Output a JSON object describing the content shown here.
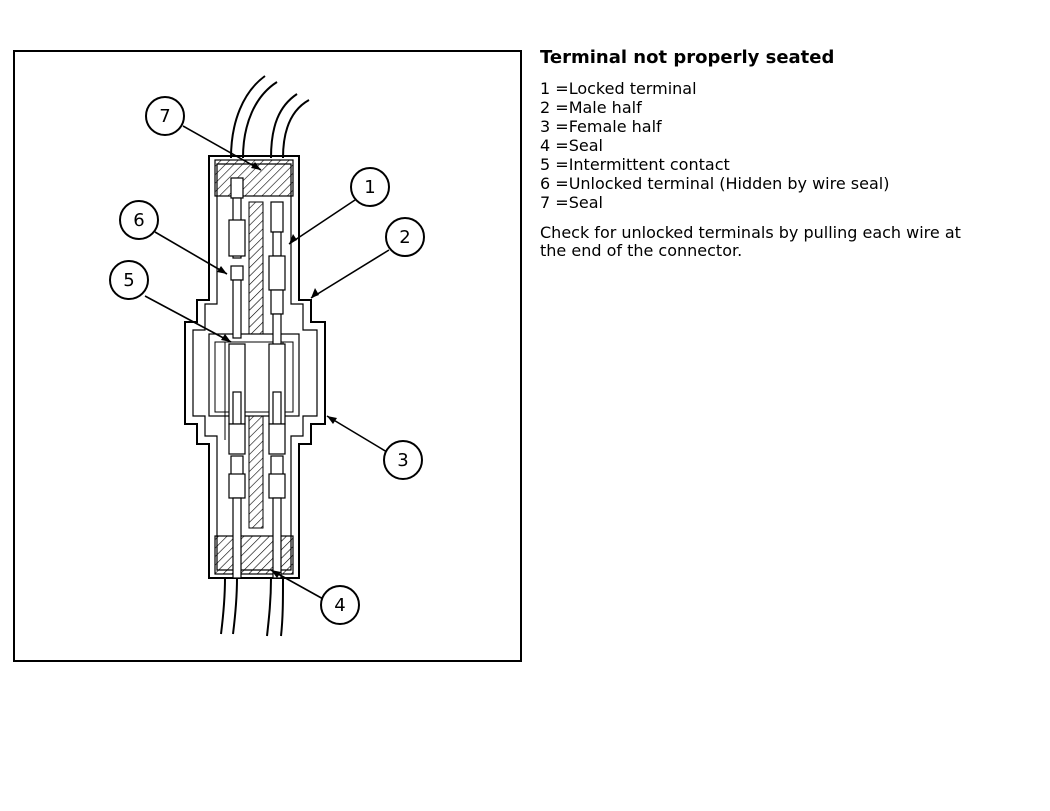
{
  "title": "Terminal not properly seated",
  "legend": [
    {
      "num": "1",
      "sep": " =",
      "label": "Locked terminal"
    },
    {
      "num": "2",
      "sep": " =",
      "label": "Male half"
    },
    {
      "num": "3",
      "sep": " =",
      "label": "Female half"
    },
    {
      "num": "4",
      "sep": " =",
      "label": "Seal"
    },
    {
      "num": "5",
      "sep": " =",
      "label": "Intermittent contact"
    },
    {
      "num": "6",
      "sep": " =",
      "label": "Unlocked terminal (Hidden by wire seal)"
    },
    {
      "num": "7",
      "sep": " =",
      "label": "Seal"
    }
  ],
  "note": "Check for unlocked terminals by pulling each wire at the end of the connector.",
  "callouts": [
    "7",
    "1",
    "6",
    "2",
    "5",
    "3",
    "4"
  ]
}
